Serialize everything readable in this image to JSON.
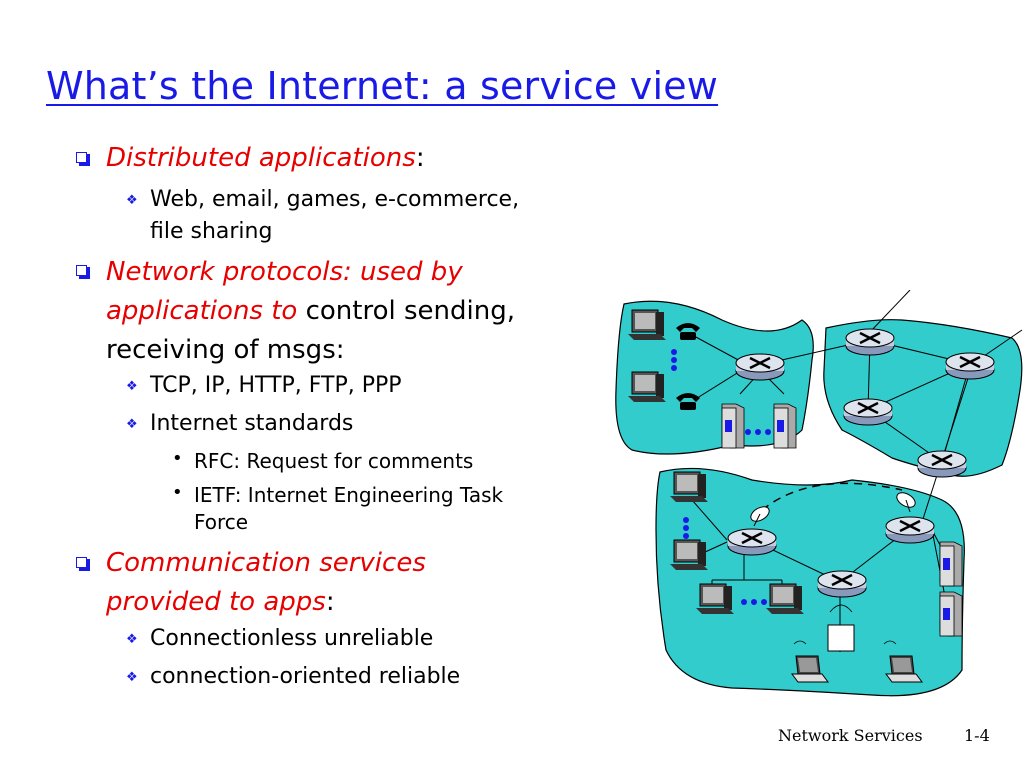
{
  "slide": {
    "title": "What’s the Internet: a service view",
    "footer_label": "Network Services",
    "page_number": "1-4"
  },
  "bullets": {
    "b1": {
      "red": "Distributed applications",
      "black": ":"
    },
    "b1_sub1_line1": "Web, email, games, e-commerce,",
    "b1_sub1_line2": "file sharing",
    "b2_line1_red": "Network protocols: used by",
    "b2_line2_red": "applications to",
    "b2_line2_black": " control sending,",
    "b2_line3": "receiving of msgs:",
    "b2_sub1": "TCP, IP, HTTP, FTP,  PPP",
    "b2_sub2": "Internet standards",
    "b2_sub2_item1": "RFC: Request for comments",
    "b2_sub2_item2_line1": "IETF: Internet Engineering Task",
    "b2_sub2_item2_line2": "Force",
    "b3_line1_red": "Communication services",
    "b3_line2_red": "provided to apps",
    "b3_line2_black": ":",
    "b3_sub1": "Connectionless unreliable",
    "b3_sub2": "connection-oriented reliable"
  },
  "colors": {
    "title": "#1a1ae6",
    "emphasis": "#e60000",
    "network_cloud": "#33cccc"
  },
  "icons": [
    "router-icon",
    "computer-icon",
    "telephone-icon",
    "server-icon",
    "laptop-icon",
    "wireless-antenna-icon",
    "satellite-dish-icon"
  ]
}
